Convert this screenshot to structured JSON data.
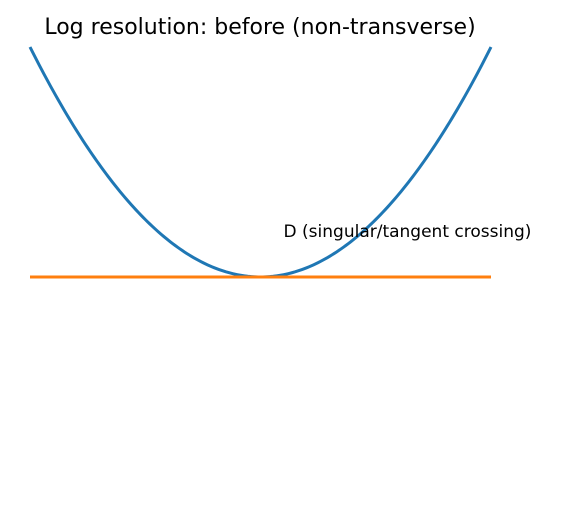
{
  "chart_data": {
    "type": "line",
    "title": "Log resolution: before (non-transverse)",
    "xlabel": "",
    "ylabel": "",
    "axes_visible": false,
    "grid": false,
    "xlim": [
      -1,
      1
    ],
    "ylim": [
      -1,
      1
    ],
    "series": [
      {
        "function": "y = x^2",
        "color": "#1f77b4",
        "x_range": [
          -1,
          1
        ]
      },
      {
        "function": "y = 0",
        "color": "#ff7f0e",
        "x_range": [
          -1,
          1
        ]
      }
    ],
    "annotations": [
      {
        "text": "D (singular/tangent crossing)",
        "x": 0.1,
        "y": 0.2
      }
    ]
  }
}
